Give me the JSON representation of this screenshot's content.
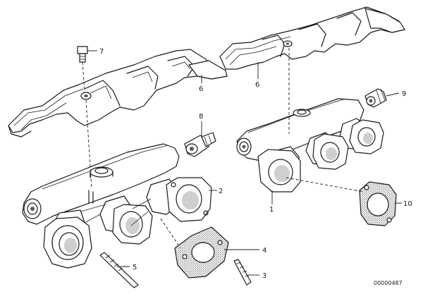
{
  "diagram": {
    "reference_number": "00000487",
    "callouts": [
      {
        "id": "c1",
        "label": "1"
      },
      {
        "id": "c2",
        "label": "2"
      },
      {
        "id": "c3",
        "label": "3"
      },
      {
        "id": "c4",
        "label": "4"
      },
      {
        "id": "c5",
        "label": "5"
      },
      {
        "id": "c6a",
        "label": "6"
      },
      {
        "id": "c6b",
        "label": "6"
      },
      {
        "id": "c7",
        "label": "7"
      },
      {
        "id": "c8",
        "label": "8"
      },
      {
        "id": "c9",
        "label": "9"
      },
      {
        "id": "c10",
        "label": "10"
      }
    ]
  }
}
